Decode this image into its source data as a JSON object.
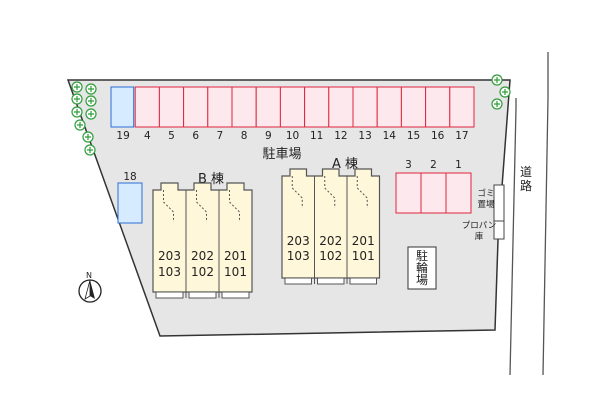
{
  "labels": {
    "parking": "駐車場",
    "building_a": "A 棟",
    "building_b": "B 棟",
    "road": "道路",
    "garbage": "ゴミ置場",
    "propane": "プロパン庫",
    "bicycle": "駐輪場",
    "north": "N"
  },
  "parking": {
    "top_row": [
      "19",
      "4",
      "5",
      "6",
      "7",
      "8",
      "9",
      "10",
      "11",
      "12",
      "13",
      "14",
      "15",
      "16",
      "17"
    ],
    "single": "18",
    "right_group": [
      "3",
      "2",
      "1"
    ]
  },
  "building_b_units": [
    {
      "upper": "203",
      "lower": "103"
    },
    {
      "upper": "202",
      "lower": "102"
    },
    {
      "upper": "201",
      "lower": "101"
    }
  ],
  "building_a_units": [
    {
      "upper": "203",
      "lower": "103"
    },
    {
      "upper": "202",
      "lower": "102"
    },
    {
      "upper": "201",
      "lower": "101"
    }
  ],
  "colors": {
    "lot": "#e6e6e6",
    "lot_stroke": "#333333",
    "parking_fill": "#fde8ee",
    "parking_stroke": "#e0263c",
    "accessible_fill": "#d6ebff",
    "accessible_stroke": "#2a6fd6",
    "building_fill": "#fff7d9",
    "building_stroke": "#555555",
    "tree": "#2e9e3a"
  }
}
